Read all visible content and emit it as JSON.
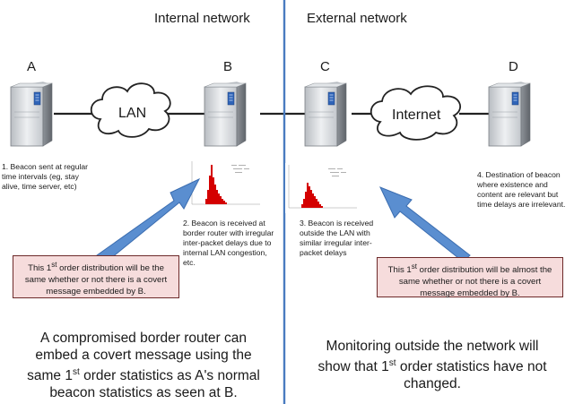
{
  "titles": {
    "internal": "Internal network",
    "external": "External network"
  },
  "nodes": {
    "a": "A",
    "b": "B",
    "c": "C",
    "d": "D"
  },
  "clouds": {
    "lan": "LAN",
    "internet": "Internet"
  },
  "steps": {
    "s1": "1.  Beacon sent at regular time intervals (eg, stay alive, time server, etc)",
    "s2": "2. Beacon is received at border router with irregular inter-packet delays due to internal LAN congestion, etc.",
    "s3": "3. Beacon is received outside the LAN with similar irregular inter-packet delays",
    "s4": "4. Destination of beacon where existence and content are relevant but time delays are irrelevant."
  },
  "callouts": {
    "left": {
      "pre": "This 1",
      "sup": "st",
      "post": " order distribution will be the same whether or not there is a covert message embedded by B."
    },
    "right": {
      "pre": "This 1",
      "sup": "st",
      "post": " order distribution will be almost the same whether or not there is a covert message embedded by B."
    }
  },
  "summaries": {
    "left": {
      "pre": "A compromised border router can embed a covert message using the same 1",
      "sup": "st",
      "post": " order statistics as A's normal beacon statistics as seen at B."
    },
    "right": {
      "pre": "Monitoring outside the network will show that 1",
      "sup": "st",
      "post": " order statistics have not changed."
    }
  },
  "colors": {
    "divider": "#4a7cc0",
    "arrow": "#5a8ed0",
    "histogram_bar": "#d40000",
    "callout_fill": "#f6dcdc",
    "callout_border": "#6d2a2a"
  }
}
